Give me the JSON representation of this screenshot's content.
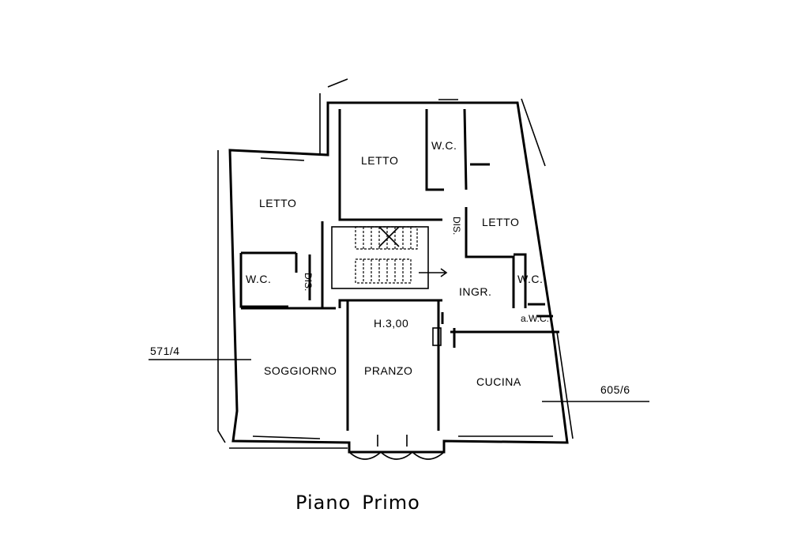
{
  "title": {
    "word1": "Piano",
    "word2": "Primo"
  },
  "rooms": {
    "letto_top": "LETTO",
    "letto_left": "LETTO",
    "letto_right": "LETTO",
    "wc_top": "W.C.",
    "wc_left": "W.C.",
    "wc_right": "W.C.",
    "awc": "a.W.C.",
    "dis_left": "DIS.",
    "dis_top": "DIS.",
    "ingr": "INGR.",
    "height": "H.3,00",
    "soggiorno": "SOGGIORNO",
    "pranzo": "PRANZO",
    "cucina": "CUCINA"
  },
  "parcels": {
    "left": "571/4",
    "right": "605/6"
  }
}
